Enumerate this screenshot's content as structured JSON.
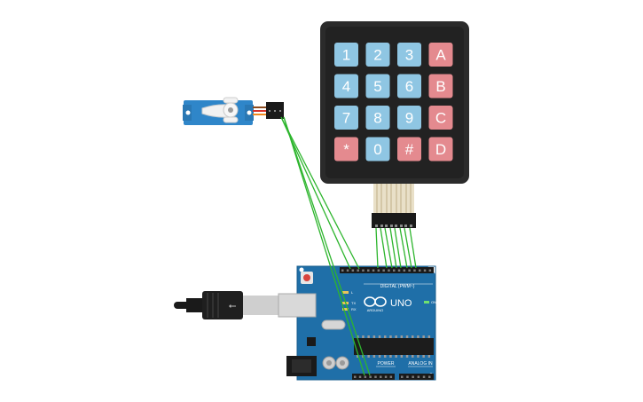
{
  "keypad": {
    "keys": [
      {
        "label": "1",
        "kind": "num"
      },
      {
        "label": "2",
        "kind": "num"
      },
      {
        "label": "3",
        "kind": "num"
      },
      {
        "label": "A",
        "kind": "letter"
      },
      {
        "label": "4",
        "kind": "num"
      },
      {
        "label": "5",
        "kind": "num"
      },
      {
        "label": "6",
        "kind": "num"
      },
      {
        "label": "B",
        "kind": "letter"
      },
      {
        "label": "7",
        "kind": "num"
      },
      {
        "label": "8",
        "kind": "num"
      },
      {
        "label": "9",
        "kind": "num"
      },
      {
        "label": "C",
        "kind": "letter"
      },
      {
        "label": "*",
        "kind": "letter"
      },
      {
        "label": "0",
        "kind": "num"
      },
      {
        "label": "#",
        "kind": "letter"
      },
      {
        "label": "D",
        "kind": "letter"
      }
    ]
  },
  "arduino": {
    "model": "UNO",
    "brand": "ARDUINO",
    "digital_label": "DIGITAL (PWM~)",
    "power_label": "POWER",
    "analog_label": "ANALOG IN",
    "tx_label": "TX",
    "rx_label": "RX",
    "on_label": "ON",
    "l_label": "L"
  },
  "colors": {
    "board": "#1f6fa8",
    "board_dark": "#185c8c",
    "keypad_body": "#2b2b2b",
    "key_num": "#8fc6e3",
    "key_letter": "#e48a8f",
    "wire": "#2db52d",
    "servo": "#2f86c9",
    "header": "#1a1a1a"
  }
}
